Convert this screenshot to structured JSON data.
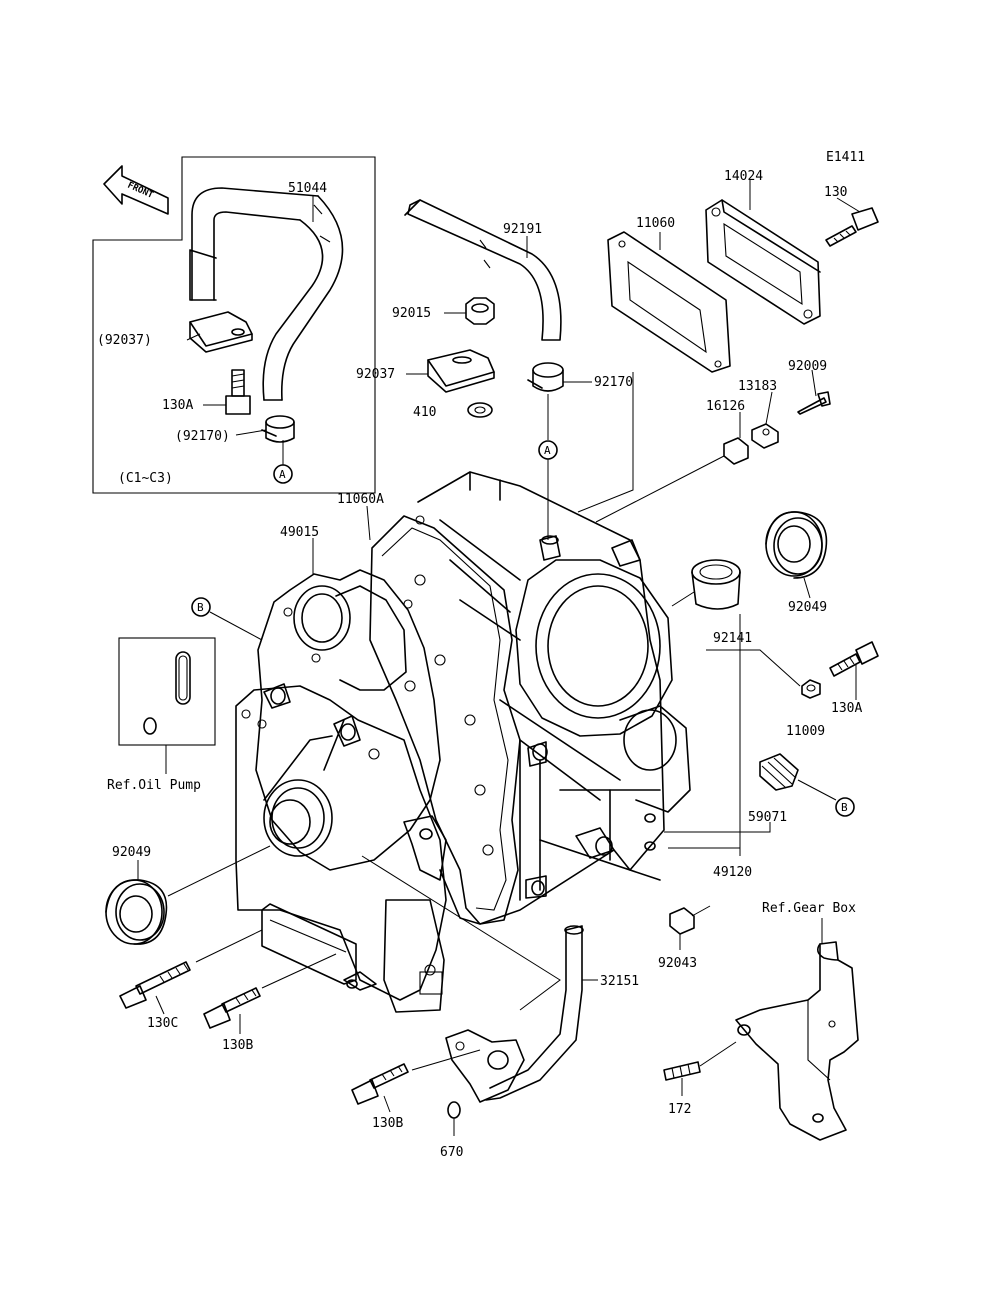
{
  "diagram_code": "E1411",
  "front_arrow": {
    "label": "FRONT",
    "icon": "front-arrow-icon"
  },
  "inset_variant_label": "(C1~C3)",
  "callout_markers": {
    "a": "A",
    "b": "B"
  },
  "references": {
    "oil_pump": "Ref.Oil Pump",
    "gear_box": "Ref.Gear Box"
  },
  "part_labels": {
    "p51044": "51044",
    "p92037_paren": "(92037)",
    "p130a_inset": "130A",
    "p92170_paren": "(92170)",
    "p92191": "92191",
    "p92015": "92015",
    "p92037": "92037",
    "p410": "410",
    "p92170": "92170",
    "p11060": "11060",
    "p14024": "14024",
    "p130": "130",
    "p92009": "92009",
    "p13183": "13183",
    "p16126": "16126",
    "p11060a": "11060A",
    "p49015": "49015",
    "p92049_right": "92049",
    "p92141": "92141",
    "p130a": "130A",
    "p11009": "11009",
    "p59071": "59071",
    "p49120": "49120",
    "p92049_left": "92049",
    "p92043": "92043",
    "p32151": "32151",
    "p130c": "130C",
    "p130b_left": "130B",
    "p130b_bottom": "130B",
    "p670": "670",
    "p172": "172"
  }
}
